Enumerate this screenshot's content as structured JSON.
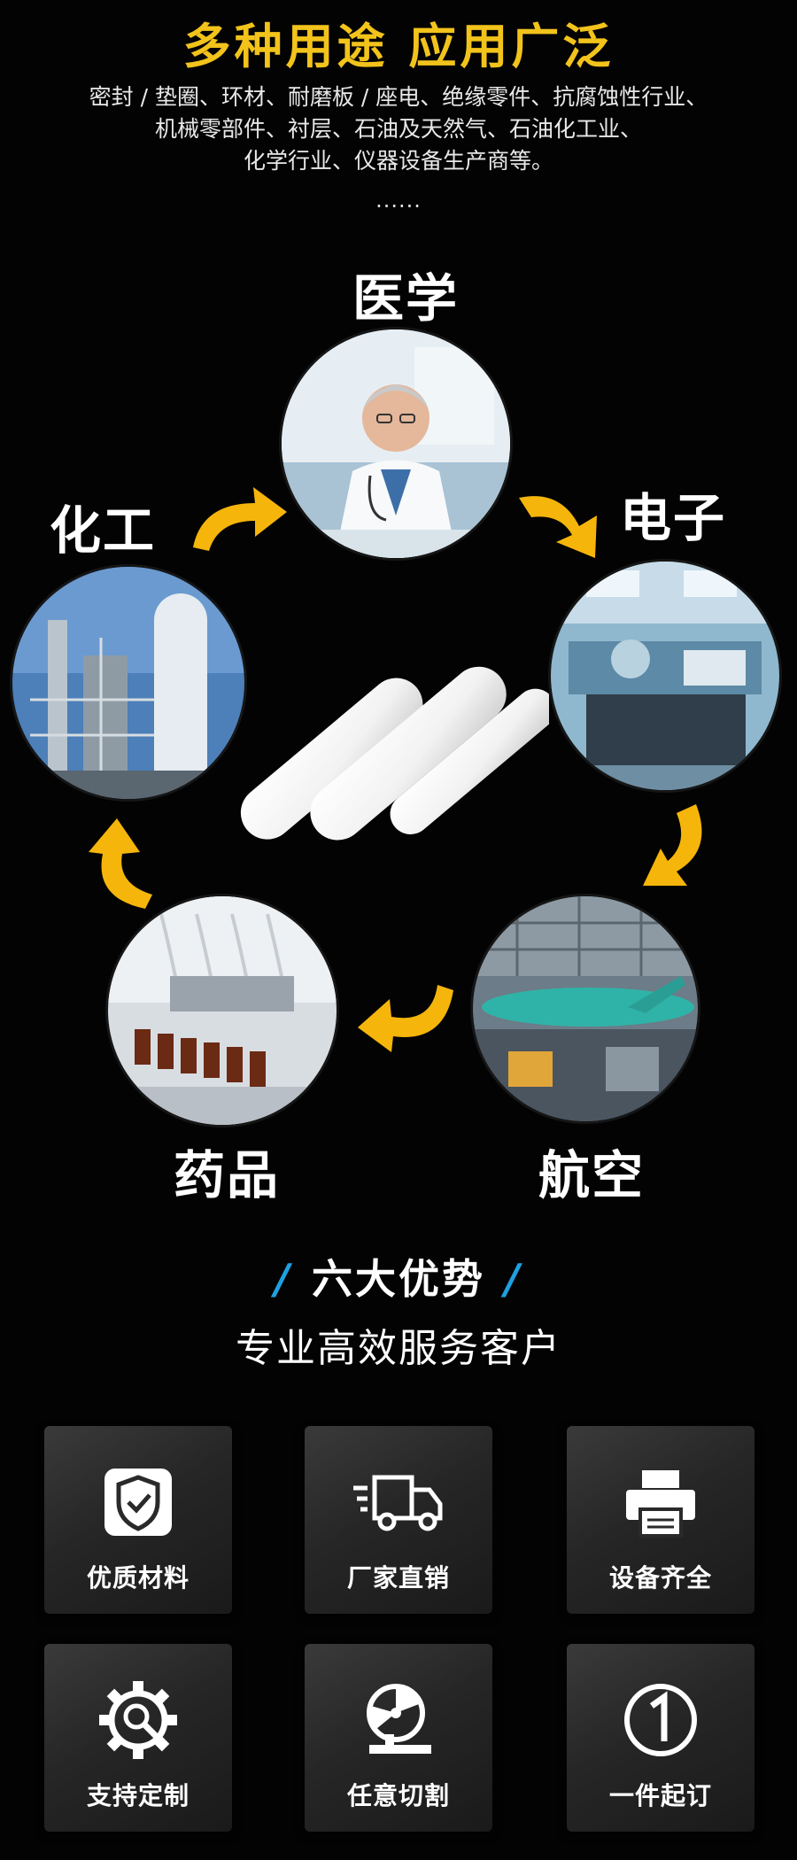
{
  "header": {
    "headline": "多种用途 应用广泛",
    "desc_line_1": "密封 / 垫圈、环材、耐磨板 / 座电、绝缘零件、抗腐蚀性行业、",
    "desc_line_2": "机械零部件、衬层、石油及天然气、石油化工业、",
    "desc_line_3": "化学行业、仪器设备生产商等。",
    "ellipsis": "......"
  },
  "applications": {
    "medical": "医学",
    "electronics": "电子",
    "aviation": "航空",
    "pharmaceutical": "药品",
    "chemical": "化工"
  },
  "advantages": {
    "title": "六大优势",
    "slash": "/",
    "subtitle": "专业高效服务客户",
    "items": [
      {
        "label": "优质材料",
        "icon": "shield-check-icon"
      },
      {
        "label": "厂家直销",
        "icon": "delivery-truck-icon"
      },
      {
        "label": "设备齐全",
        "icon": "printer-icon"
      },
      {
        "label": "支持定制",
        "icon": "gear-wrench-icon"
      },
      {
        "label": "任意切割",
        "icon": "cutting-saw-icon"
      },
      {
        "label": "一件起订",
        "icon": "number-one-icon"
      }
    ]
  },
  "colors": {
    "headline": "#f2c31b",
    "arrow": "#f5b50a",
    "slash": "#1fa0e0",
    "background": "#030303"
  }
}
